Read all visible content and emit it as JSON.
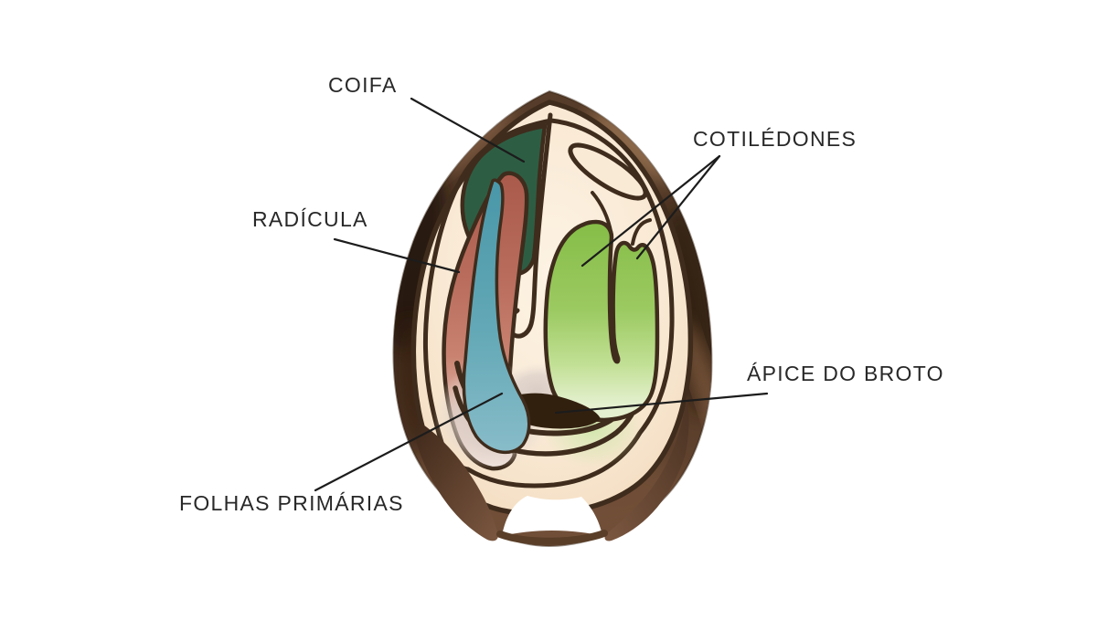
{
  "diagram": {
    "labels": {
      "coifa": "COIFA",
      "radicula": "RADÍCULA",
      "cotiledones": "COTILÉDONES",
      "apice_do_broto": "ÁPICE DO BROTO",
      "folhas_primarias": "FOLHAS PRIMÁRIAS"
    },
    "colors": {
      "background": "#ffffff",
      "seed_coat": "#5b3f2b",
      "seed_coat_dark": "#2a1810",
      "seed_coat_light": "#8c6b52",
      "flesh": "#f9e8d3",
      "outline": "#3f2c1c",
      "coifa": "#2d5e44",
      "radicula": "#bb6e5e",
      "folhas_primarias": "#62a7b6",
      "cotiledones": "#8cc24f",
      "apice_do_broto": "#32200f",
      "wash_grey": "#d8cbc4",
      "wash_green": "#cfe7ab",
      "label_text": "#282828",
      "leader_line": "#1c1c1c"
    }
  }
}
